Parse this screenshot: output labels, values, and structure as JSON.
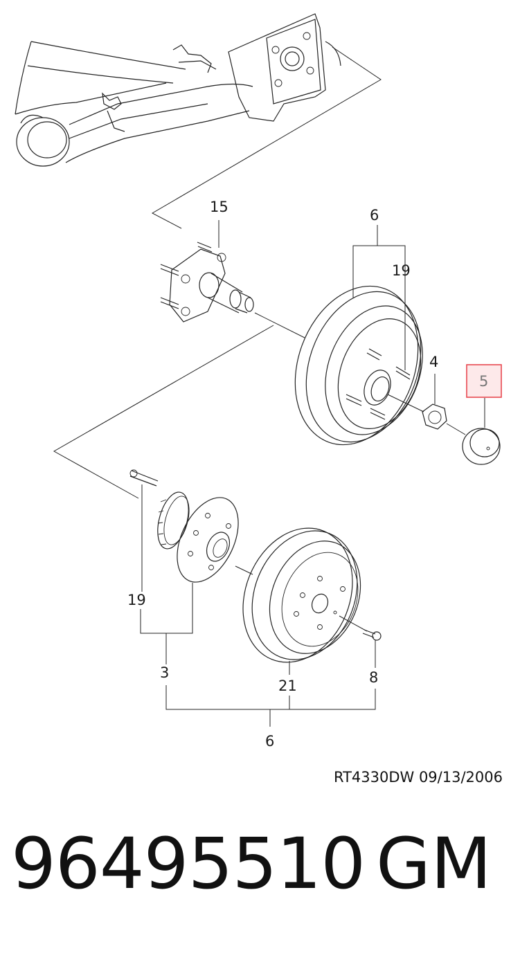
{
  "callouts": {
    "c15": "15",
    "c6_top": "6",
    "c19_top": "19",
    "c4": "4",
    "c5": "5",
    "c19_bottom": "19",
    "c3": "3",
    "c21": "21",
    "c8": "8",
    "c6_bottom": "6"
  },
  "highlight_color": "#e8474f",
  "footer": {
    "reference": "RT4330DW  09/13/2006",
    "part_number": "96495510",
    "brand": "GM"
  }
}
